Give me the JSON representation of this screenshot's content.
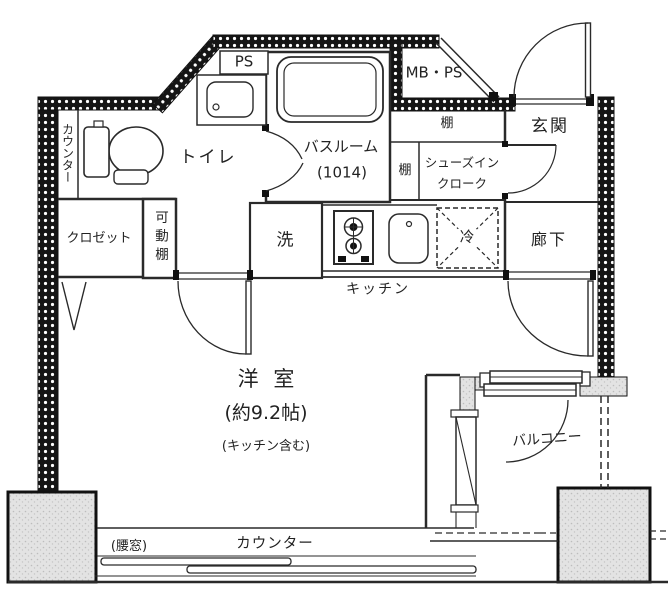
{
  "plan": {
    "title": "apartment-floor-plan",
    "colors": {
      "line": "#2a2a2a",
      "wall_fill": "#151515",
      "wall_dot": "#ffffff",
      "concrete_fill": "#e3e3e3",
      "background": "#ffffff"
    },
    "labels": {
      "ps": "PS",
      "mb_ps": "MB・PS",
      "entrance": "玄関",
      "shelf_top": "棚",
      "shelf_side": "棚",
      "shoes_in_closet_line1": "シューズイン",
      "shoes_in_closet_line2": "クローク",
      "toilet": "トイレ",
      "counter_left": "カウンター",
      "closet": "クロゼット",
      "movable_shelf": "可動棚",
      "bathroom": "バスルーム",
      "bathroom_size": "(1014)",
      "laundry": "洗",
      "kitchen": "キッチン",
      "refrigerator": "冷",
      "hallway": "廊下",
      "main_room": "洋 室",
      "main_room_size": "(約9.2帖)",
      "main_room_note": "(キッチン含む)",
      "balcony": "バルコニー",
      "counter_bottom": "カウンター",
      "waist_window": "(腰窓)"
    }
  }
}
